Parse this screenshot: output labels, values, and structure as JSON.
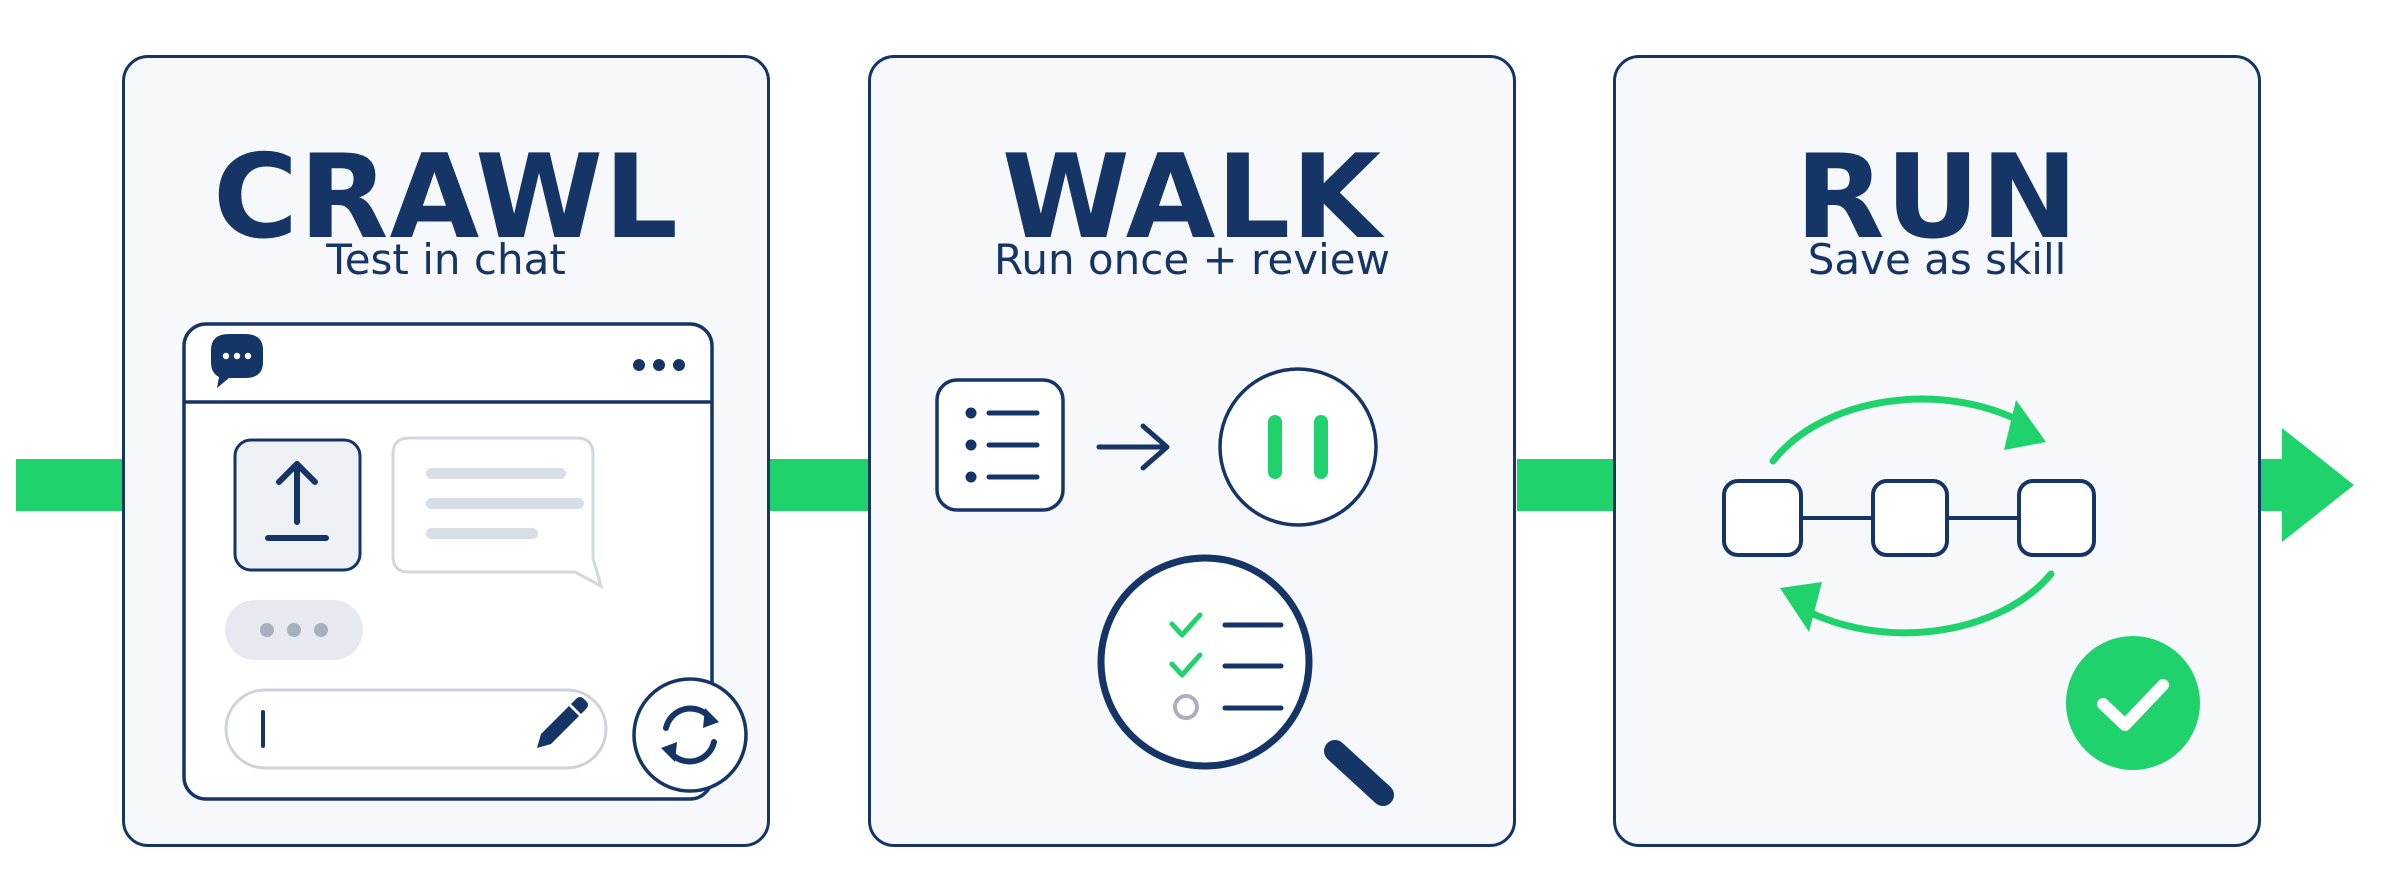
{
  "colors": {
    "navy": "#143566",
    "green": "#1fd26c",
    "card_fill": "#f7f8fb",
    "muted_grey": "#d9dde5"
  },
  "stages": [
    {
      "title": "CRAWL",
      "subtitle": "Test in chat",
      "icons": [
        "chat-window-icon",
        "chat-bubble-icon",
        "more-dots-icon",
        "upload-icon",
        "message-lines-icon",
        "typing-indicator-icon",
        "pencil-icon",
        "refresh-icon"
      ]
    },
    {
      "title": "WALK",
      "subtitle": "Run once + review",
      "icons": [
        "list-icon",
        "right-arrow-icon",
        "pause-icon",
        "magnifier-checklist-icon"
      ]
    },
    {
      "title": "RUN",
      "subtitle": "Save as skill",
      "icons": [
        "cycle-arrows-icon",
        "workflow-nodes-icon",
        "checkmark-badge-icon"
      ]
    }
  ],
  "flow": {
    "direction": "left-to-right",
    "end_icon": "arrow-head-icon"
  }
}
